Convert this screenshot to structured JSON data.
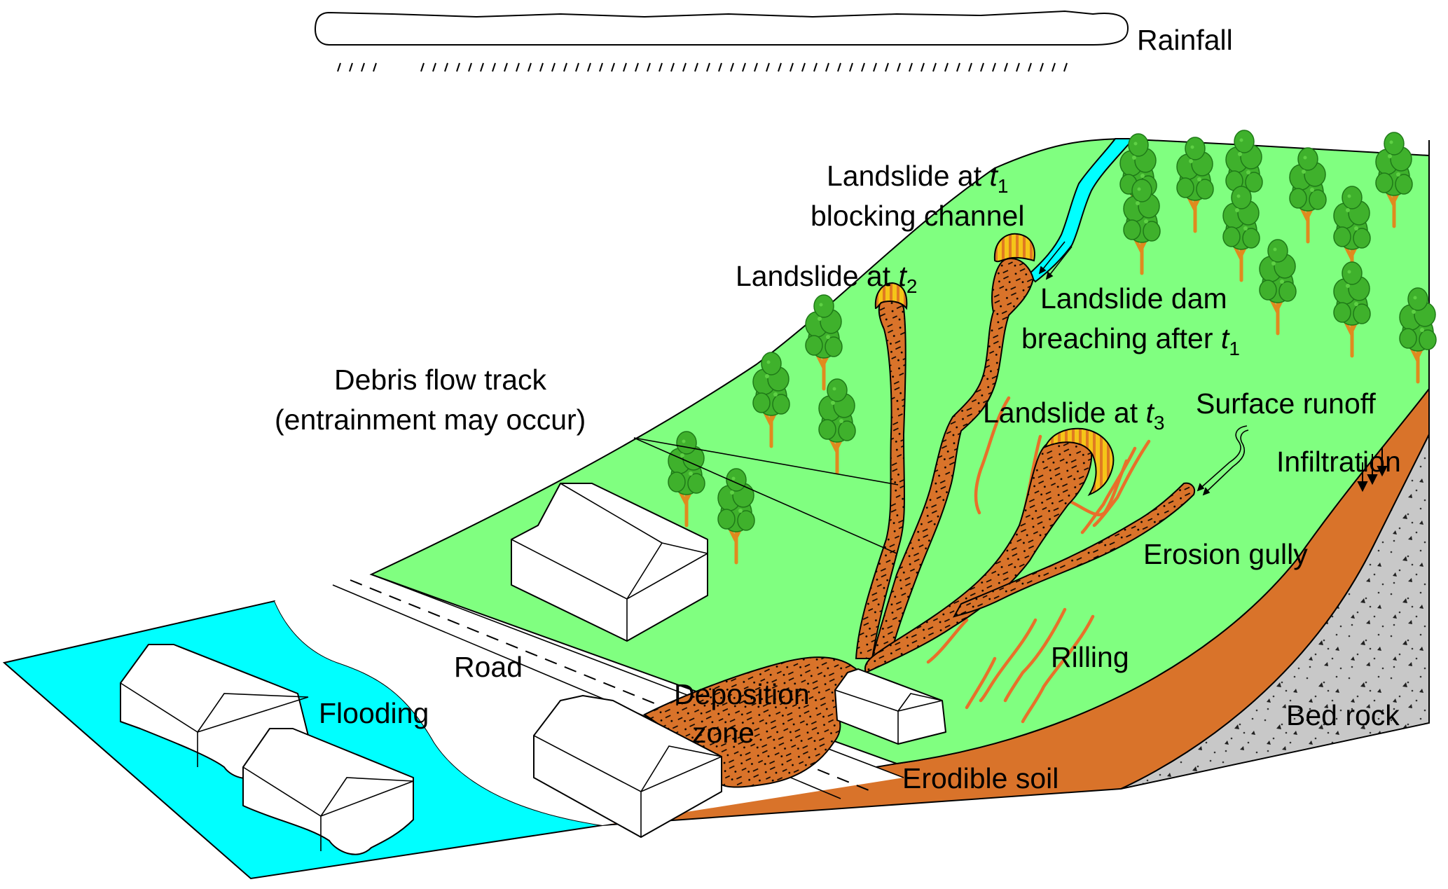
{
  "figure": {
    "title": "Landslide–debris flow process chain on a hillslope",
    "colors": {
      "vegetated_slope": "#80ff80",
      "water": "#00ffff",
      "erodible_soil": "#d9732a",
      "bed_rock": "#c8c8c8",
      "debris": "#d9732a",
      "scarp_yellow": "#f5c518",
      "rill": "#e8702a",
      "tree_foliage": "#3fb12c",
      "tree_trunk": "#e08a1e"
    }
  },
  "labels": {
    "rainfall": "Rainfall",
    "landslide_t1_line1": "Landslide at ",
    "landslide_t1_var": "t",
    "landslide_t1_sub": "1",
    "landslide_t1_line2": "blocking channel",
    "landslide_t2": "Landslide at ",
    "landslide_t2_var": "t",
    "landslide_t2_sub": "2",
    "dam_breach_line1": "Landslide dam",
    "dam_breach_line2": "breaching after ",
    "dam_breach_var": "t",
    "dam_breach_sub": "1",
    "debris_track_line1": "Debris flow track",
    "debris_track_line2": "(entrainment may occur)",
    "landslide_t3": "Landslide at ",
    "landslide_t3_var": "t",
    "landslide_t3_sub": "3",
    "surface_runoff": "Surface runoff",
    "infiltration": "Infiltration",
    "erosion_gully": "Erosion gully",
    "rilling": "Rilling",
    "bed_rock": "Bed rock",
    "erodible_soil": "Erodible soil",
    "deposition_line1": "Deposition",
    "deposition_line2": "zone",
    "road": "Road",
    "flooding": "Flooding"
  }
}
